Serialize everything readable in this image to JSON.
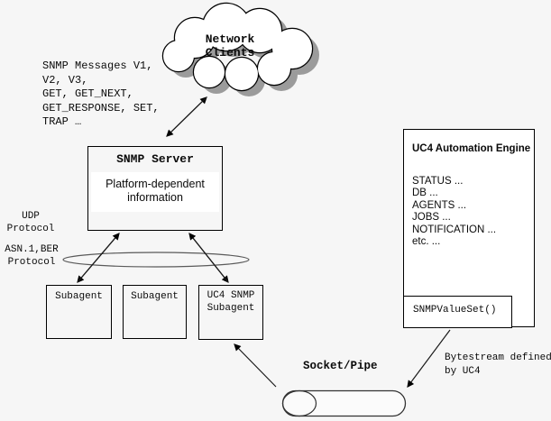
{
  "colors": {
    "background": "#f6f6f6",
    "line": "#1a1a1a",
    "cloud_shadow": "#9b9b9b",
    "panel_white": "#ffffff"
  },
  "cloud": {
    "label_line1": "Network",
    "label_line2": "Clients"
  },
  "snmp_messages": {
    "lines": [
      "SNMP Messages V1,",
      "V2, V3,",
      "GET, GET_NEXT,",
      "GET_RESPONSE, SET,",
      "TRAP …"
    ]
  },
  "snmp_server": {
    "title": "SNMP Server",
    "body_line1": "Platform-dependent",
    "body_line2": "information"
  },
  "protocol_labels": {
    "udp_line1": "UDP",
    "udp_line2": "Protocol",
    "asn_line1": "ASN.1,BER",
    "asn_line2": "Protocol"
  },
  "subagents": {
    "first": "Subagent",
    "second": "Subagent",
    "third_line1": "UC4 SNMP",
    "third_line2": "Subagent"
  },
  "uc4_engine": {
    "title": "UC4 Automation Engine",
    "items": [
      "STATUS ...",
      "DB ...",
      "AGENTS ...",
      "JOBS ...",
      "NOTIFICATION ...",
      "etc. ..."
    ],
    "value_set": "SNMPValueSet()"
  },
  "bottom_labels": {
    "socket_pipe": "Socket/Pipe",
    "bytestream_line1": "Bytestream defined",
    "bytestream_line2": "by UC4"
  }
}
